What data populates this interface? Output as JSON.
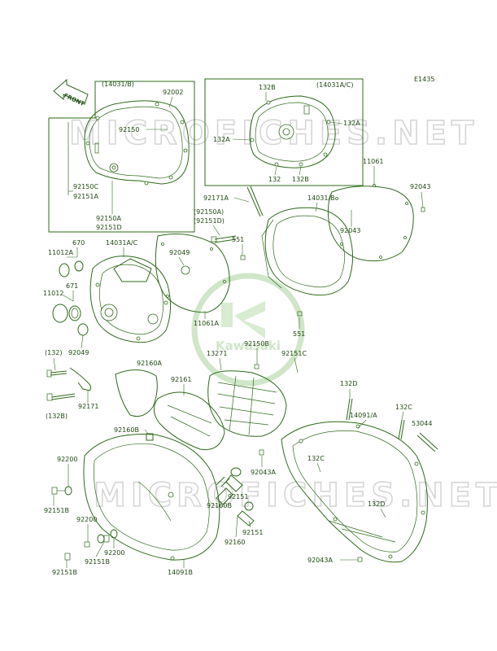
{
  "diagram_id": "E1435",
  "front_label": "FRONT",
  "watermark": "MICROFICHES.NET",
  "logo_text": "Kawasaki",
  "callouts": {
    "box_left_title": "(14031/B)",
    "box_left_92002": "92002",
    "box_left_92150": "92150",
    "box_left_92150C": "92150C",
    "box_left_92151A": "92151A",
    "box_left_92150A": "92150A",
    "box_left_92151D": "92151D",
    "box_right_132B_top": "132B",
    "box_right_title": "(14031A/C)",
    "box_right_132A_r": "132A",
    "box_right_132A_l": "132A",
    "box_right_132": "132",
    "box_right_132B_bot": "132B",
    "p11061": "11061",
    "p92043_a": "92043",
    "p92043_b": "92043",
    "p92171A": "92171A",
    "p14031B": "14031/B",
    "p92150A_paren": "(92150A)",
    "p92151D_paren": "(92151D)",
    "p551_a": "551",
    "p670": "670",
    "p11012A": "11012A",
    "p14031AC": "14031A/C",
    "p92049_a": "92049",
    "p671": "671",
    "p11012": "11012",
    "p11061A": "11061A",
    "p551_b": "551",
    "p13271": "13271",
    "p92150B": "92150B",
    "p92151C": "92151C",
    "p132_paren": "(132)",
    "p92049_b": "92049",
    "p92160A": "92160A",
    "p92171": "92171",
    "p132B_paren": "(132B)",
    "p92161": "92161",
    "p132D_a": "132D",
    "p14091A": "14091/A",
    "p132C_a": "132C",
    "p53044": "53044",
    "p92160B_a": "92160B",
    "p92200_a": "92200",
    "p92043A_a": "92043A",
    "p132C_b": "132C",
    "p92151B_a": "92151B",
    "p92151_a": "92151",
    "p92160B_b": "92160B",
    "p132D_b": "132D",
    "p92200_b": "92200",
    "p92151_b": "92151",
    "p92160": "92160",
    "p92200_c": "92200",
    "p92151B_b": "92151B",
    "p92151B_c": "92151B",
    "p92043A_b": "92043A",
    "p14091B": "14091B"
  }
}
